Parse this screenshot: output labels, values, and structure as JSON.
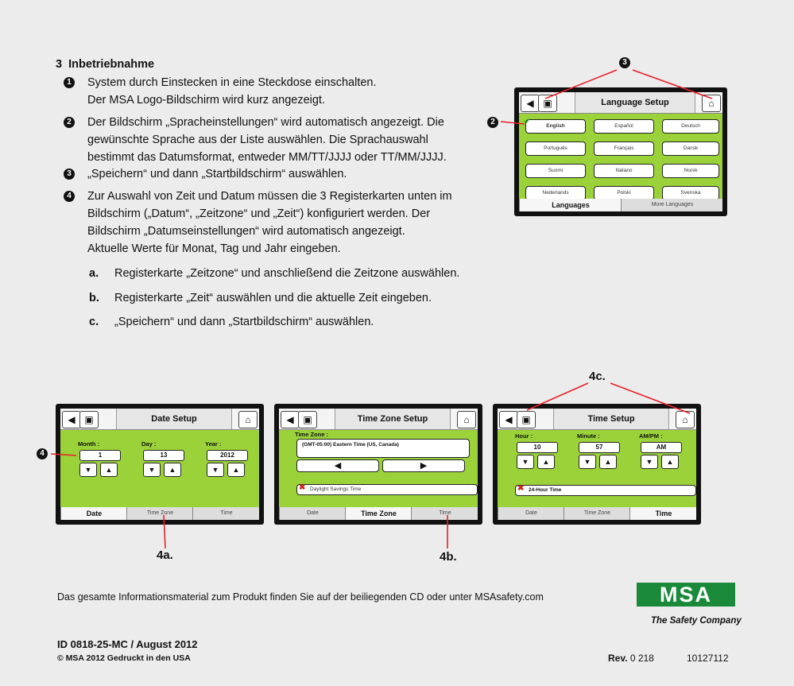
{
  "section": {
    "number": "3",
    "title": "Inbetriebnahme"
  },
  "steps": [
    {
      "marker": "1",
      "lines": [
        "System durch Einstecken in eine Steckdose einschalten.",
        "Der MSA Logo-Bildschirm wird kurz angezeigt."
      ]
    },
    {
      "marker": "2",
      "lines": [
        "Der Bildschirm „Spracheinstellungen“ wird automatisch angezeigt. Die",
        "gewünschte Sprache aus der Liste auswählen. Die Sprachauswahl",
        "bestimmt das Datumsformat, entweder MM/TT/JJJJ oder TT/MM/JJJJ."
      ]
    },
    {
      "marker": "3",
      "lines": [
        "„Speichern“ und dann „Startbildschirm“ auswählen."
      ]
    },
    {
      "marker": "4",
      "lines": [
        "Zur Auswahl von Zeit und Datum müssen die 3 Registerkarten unten im",
        "Bildschirm („Datum“, „Zeitzone“ und „Zeit“) konfiguriert werden. Der",
        "Bildschirm „Datumseinstellungen“ wird automatisch angezeigt.",
        "Aktuelle Werte für Monat, Tag und Jahr eingeben."
      ]
    }
  ],
  "substeps": [
    {
      "label": "a.",
      "text": "Registerkarte „Zeitzone“ und anschließend die Zeitzone auswählen."
    },
    {
      "label": "b.",
      "text": "Registerkarte „Zeit“ auswählen und die aktuelle Zeit eingeben."
    },
    {
      "label": "c.",
      "text": "„Speichern“ und dann „Startbildschirm“ auswählen."
    }
  ],
  "language_screen": {
    "title": "Language Setup",
    "languages": [
      "English",
      "Español",
      "Deutsch",
      "Português",
      "Français",
      "Dansk",
      "Suomi",
      "Italiano",
      "Norsk",
      "Nederlands",
      "Polski",
      "Svenska"
    ],
    "tabs": [
      "Languages",
      "More Languages"
    ],
    "callouts": {
      "save_home": "3",
      "english": "2"
    }
  },
  "date_screen": {
    "title": "Date Setup",
    "month_label": "Month :",
    "day_label": "Day :",
    "year_label": "Year :",
    "month": "1",
    "day": "13",
    "year": "2012",
    "tabs": [
      "Date",
      "Time Zone",
      "Time"
    ],
    "callout": "4",
    "tab_callout": "4a."
  },
  "tz_screen": {
    "title": "Time Zone Setup",
    "zone_label": "Time Zone :",
    "zone_value": "(GMT-05:00) Eastern Time (US, Canada)",
    "dst_label": "Daylight Savings Time",
    "tabs": [
      "Date",
      "Time Zone",
      "Time"
    ],
    "tab_callout": "4b."
  },
  "time_screen": {
    "title": "Time Setup",
    "hour_label": "Hour :",
    "minute_label": "Minute :",
    "ampm_label": "AM/PM :",
    "hour": "10",
    "minute": "57",
    "ampm": "AM",
    "h24_label": "24-Hour Time",
    "tabs": [
      "Date",
      "Time Zone",
      "Time"
    ],
    "callout": "4c."
  },
  "footer": {
    "info": "Das gesamte Informationsmaterial zum Produkt finden Sie auf der beiliegenden CD oder unter MSAsafety.com",
    "logo": "MSA",
    "tagline": "The Safety Company",
    "id": "ID 0818-25-MC / August 2012",
    "copyright": "© MSA 2012 Gedruckt in den USA",
    "rev_label": "Rev.",
    "rev_value": "0 218",
    "part_no": "10127112"
  },
  "colors": {
    "screen_green": "#9bd23a",
    "callout_red": "#e8202a",
    "msa_green": "#1a8a3a"
  }
}
